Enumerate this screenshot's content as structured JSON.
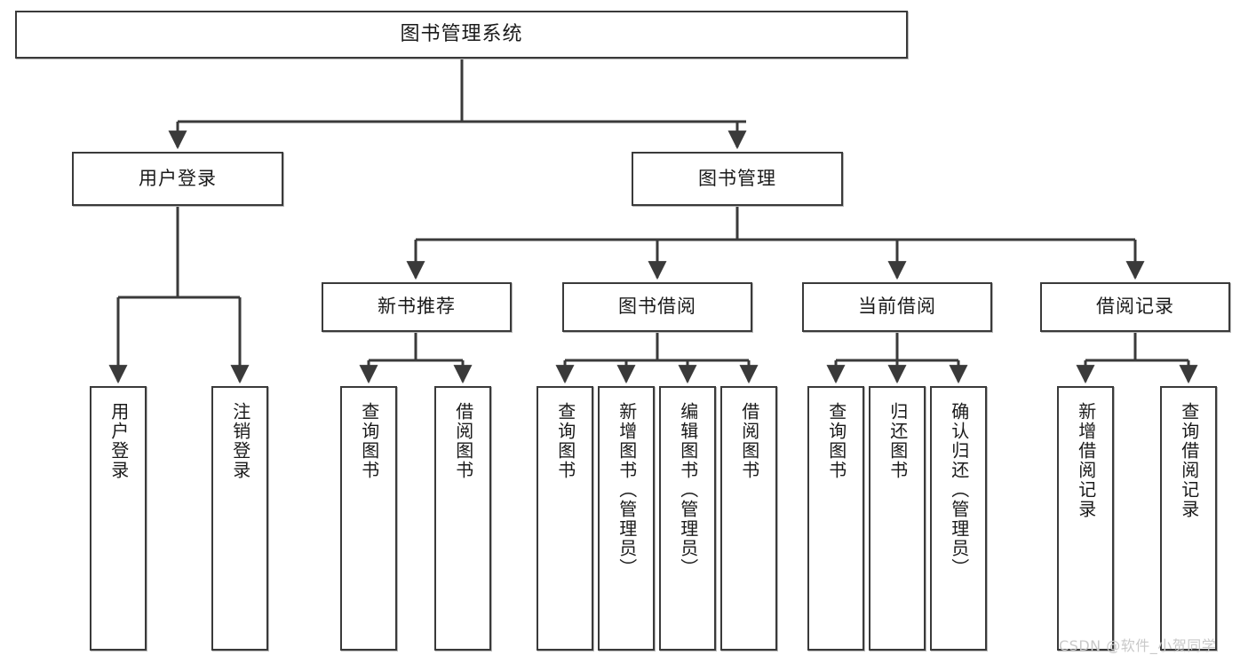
{
  "diagram": {
    "title": "图书管理系统",
    "type": "tree-hierarchy",
    "background_color": "#ffffff",
    "line_color": "#3a3a3a",
    "box_fill": "#ffffff",
    "watermark": "CSDN @软件_小贺同学"
  },
  "nodes": {
    "root": {
      "label": "图书管理系统"
    },
    "level2": [
      {
        "label": "用户登录"
      },
      {
        "label": "图书管理"
      }
    ],
    "level3": [
      {
        "label": "新书推荐"
      },
      {
        "label": "图书借阅"
      },
      {
        "label": "当前借阅"
      },
      {
        "label": "借阅记录"
      }
    ],
    "leaves": {
      "user_login": [
        {
          "label": "用户登录"
        },
        {
          "label": "注销登录"
        }
      ],
      "new_book_recommend": [
        {
          "label": "查询图书"
        },
        {
          "label": "借阅图书"
        }
      ],
      "book_borrow": [
        {
          "label": "查询图书"
        },
        {
          "label": "新增图书（管理员）"
        },
        {
          "label": "编辑图书（管理员）"
        },
        {
          "label": "借阅图书"
        }
      ],
      "current_borrow": [
        {
          "label": "查询图书"
        },
        {
          "label": "归还图书"
        },
        {
          "label": "确认归还（管理员）"
        }
      ],
      "borrow_record": [
        {
          "label": "新增借阅记录"
        },
        {
          "label": "查询借阅记录"
        }
      ]
    }
  }
}
